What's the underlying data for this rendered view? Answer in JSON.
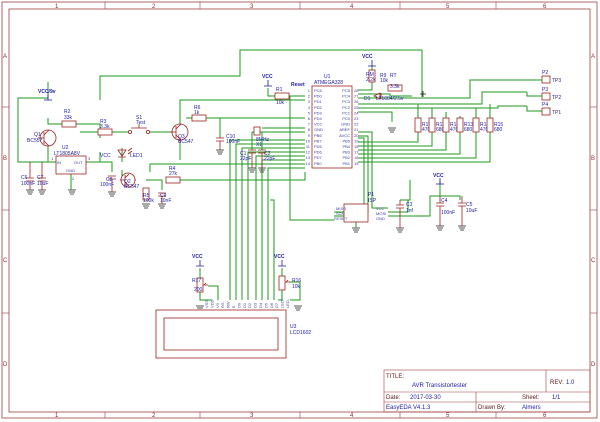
{
  "rulers": {
    "columns": [
      "1",
      "2",
      "3",
      "4",
      "5",
      "6"
    ],
    "rows": [
      "A",
      "B",
      "C",
      "D"
    ]
  },
  "title_block": {
    "title_label": "TITLE:",
    "title_value": "AVR Transistortester",
    "rev_label": "REV:",
    "rev_value": "1.0",
    "date_label": "Date:",
    "date_value": "2017-03-30",
    "sheet_label": "Sheet:",
    "sheet_value": "1/1",
    "tool_value": "EasyEDA V4.1.3",
    "drawn_label": "Drawn By:",
    "drawn_value": "Almers"
  },
  "labels": {
    "vcc9v": "VCC/9v",
    "vcc": "VCC",
    "reset": "Reset",
    "q1": "Q1",
    "q1_part": "BC557",
    "r2": "R2",
    "r2_val": "33k",
    "r3": "R3",
    "r3_val": "3.3k",
    "s1": "S1",
    "s1_val": "Test",
    "q3": "Q3",
    "q3_part": "BC547",
    "r6": "R6",
    "r6_val": "1k",
    "c10": "C10",
    "c10_val": "100nF",
    "u2": "U2",
    "u2_part": "LT1805A8V",
    "u2_in": "IN",
    "u2_out": "OUT",
    "u2_gnd": "GND",
    "u2_pin1": "1",
    "u2_pin2": "2",
    "u2_pin3": "3",
    "vcc_net": "VCC",
    "led1": "LED1",
    "c6": "C6",
    "c6_val": "100nF",
    "c7": "C7",
    "c7_val": "10uF",
    "c8": "C8",
    "c8_val": "100nF",
    "q2": "Q2",
    "q2_part": "BC547",
    "r5": "R5",
    "r5_val": "100k",
    "c9": "C9",
    "c9_val": "10nF",
    "r4": "R4",
    "r4_val": "27k",
    "r1": "R1",
    "r1_val": "10k",
    "x1": "X1",
    "x1_val": "8MHz",
    "c1": "C1",
    "c1_val": "22pF",
    "c2": "C2",
    "c2_val": "22pF",
    "u1": "U1",
    "u1_part": "ATMEGA328",
    "rm": "RM",
    "rm_val": "2.2k",
    "r9": "R9",
    "r9_val": "10k",
    "rt": "RT",
    "r9b_val": "3.3k",
    "d1": "D1",
    "d1_part": "LT1004/2.5v",
    "p2": "P2",
    "tp3": "TP3",
    "p3": "P3",
    "tp2": "TP2",
    "p4": "P4",
    "tp1": "TP1",
    "r10": "R10",
    "r10_val": "470k",
    "r11": "R11",
    "r11_val": "680",
    "r12": "R12",
    "r12_val": "470k",
    "r13": "R13",
    "r13_val": "680",
    "r14": "R14",
    "r14_val": "470k",
    "r15": "R15",
    "r15_val": "680",
    "p1": "P1",
    "p1_part": "ISP",
    "isp_miso": "MISO",
    "isp_sck": "SCK",
    "isp_rst": "RESET",
    "isp_vcc": "VCC",
    "isp_mosi": "MOSI",
    "isp_gnd": "GND",
    "c3": "C3",
    "c3_val": "1nf",
    "c4": "C4",
    "c4_val": "100nF",
    "c5": "C5",
    "c5_val": "10uF",
    "r17": "R17",
    "r17_val": "200",
    "r16": "R16",
    "r16_val": "10k",
    "u3": "U3",
    "u3_part": "LCD1602"
  },
  "u1_left_pins": [
    "1",
    "2",
    "3",
    "4",
    "5",
    "6",
    "7",
    "8",
    "9",
    "10",
    "11",
    "12",
    "13",
    "14"
  ],
  "u1_left_names": [
    "PC6",
    "PD0",
    "PD1",
    "PD2",
    "PD3",
    "PD4",
    "VCC",
    "GND",
    "PB6",
    "PB7",
    "PD5",
    "PD6",
    "PD7",
    "PB0"
  ],
  "u1_right_pins": [
    "28",
    "27",
    "26",
    "25",
    "24",
    "23",
    "22",
    "21",
    "20",
    "19",
    "18",
    "17",
    "16",
    "15"
  ],
  "u1_right_names": [
    "PC5",
    "PC4",
    "PC3",
    "PC2",
    "PC1",
    "PC0",
    "GND",
    "AREF",
    "AVCC",
    "PB5",
    "PB4",
    "PB3",
    "PB2",
    "PB1"
  ],
  "lcd_pins": [
    "VSS",
    "VDD",
    "V0",
    "RS",
    "RW",
    "E",
    "D0",
    "D1",
    "D2",
    "D3",
    "D4",
    "D5",
    "D6",
    "D7",
    "LED+",
    "LED-"
  ]
}
